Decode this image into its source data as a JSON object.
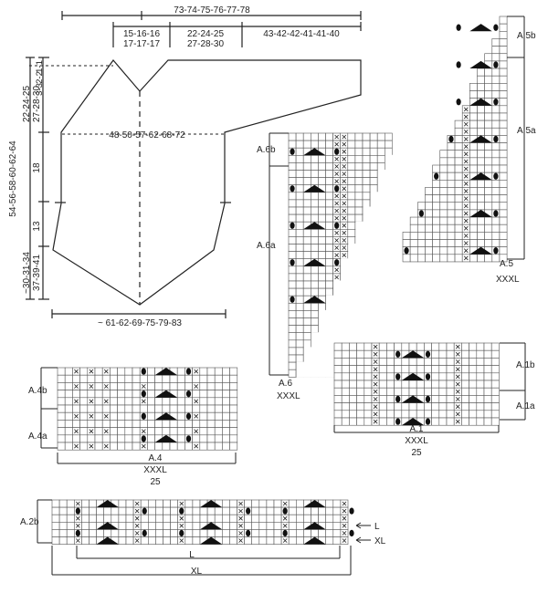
{
  "schematic": {
    "top_width": "73-74-75-76-77-78",
    "shoulder_left_line1": "15-16-16",
    "shoulder_left_line2": "17-17-17",
    "neck_line1": "22-24-25",
    "neck_line2": "27-28-30",
    "sleeve_line": "43-42-42-41-41-40",
    "left_small_1": "1-1",
    "left_small_2": "2-2",
    "left_small_3": "3-3",
    "yoke_depth_line1": "22-24-25",
    "yoke_depth_line2": "27-28-30",
    "body_total_height": "54-56-58-60-62-64",
    "body_18": "18",
    "body_13": "13",
    "point_depth_line1": "~30-31-34",
    "point_depth_line2": "37-39-41",
    "chest_width": "48-50-57-62-68-72",
    "bottom_width": "~ 61-62-69-75-79-83"
  },
  "charts": {
    "a5": {
      "label_b": "A.5b",
      "label_a": "A.5a",
      "name": "A.5",
      "size": "XXXL"
    },
    "a6": {
      "label_b": "A.6b",
      "label_a": "A.6a",
      "name": "A.6",
      "size": "XXXL"
    },
    "a1": {
      "label_b": "A.1b",
      "label_a": "A.1a",
      "name": "A.1",
      "size": "XXXL",
      "count": "25"
    },
    "a4": {
      "label_b": "A.4b",
      "label_a": "A.4a",
      "name": "A.4",
      "size": "XXXL",
      "count": "25"
    },
    "a2": {
      "label_b": "A.2b",
      "size_l": "L",
      "size_xl": "XL",
      "bottom_l": "L",
      "bottom_xl": "XL"
    }
  },
  "colors": {
    "ink": "#222222",
    "grid": "#555555",
    "background": "#ffffff"
  }
}
